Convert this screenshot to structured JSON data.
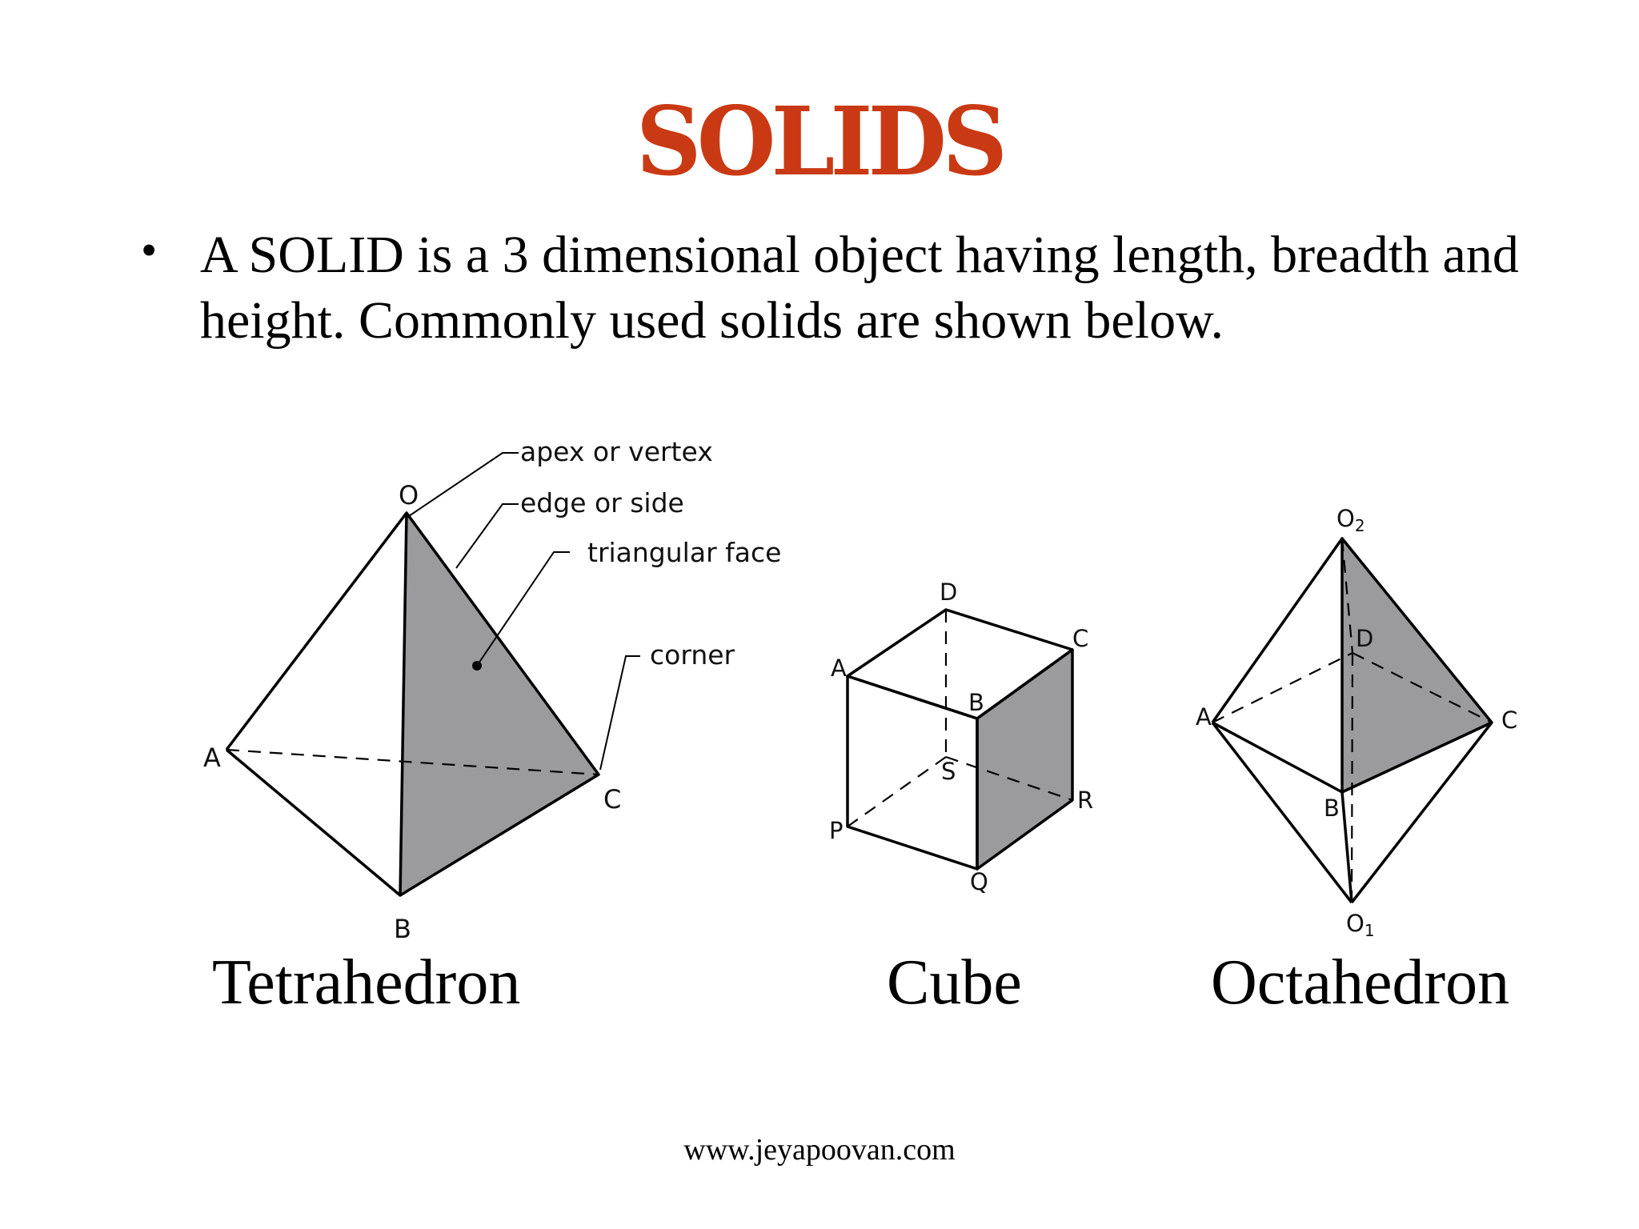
{
  "title": "SOLIDS",
  "bullet": {
    "symbol": "•",
    "text": "A SOLID is a 3 dimensional object having length, breadth and height. Commonly used solids are shown below."
  },
  "tetrahedron": {
    "caption": "Tetrahedron",
    "vertices": {
      "O": "O",
      "A": "A",
      "B": "B",
      "C": "C"
    },
    "annotations": {
      "apex": "apex or vertex",
      "edge": "edge or side",
      "face": "triangular face",
      "corner": "corner"
    }
  },
  "cube": {
    "caption": "Cube",
    "vertices": {
      "A": "A",
      "B": "B",
      "C": "C",
      "D": "D",
      "P": "P",
      "Q": "Q",
      "R": "R",
      "S": "S"
    }
  },
  "octahedron": {
    "caption": "Octahedron",
    "vertices": {
      "O2": "O",
      "O2_sub": "2",
      "O1": "O",
      "O1_sub": "1",
      "A": "A",
      "B": "B",
      "C": "C",
      "D": "D"
    }
  },
  "footer": "www.jeyapoovan.com",
  "colors": {
    "title": "#c93a14",
    "shaded_face": "#9b9a9d"
  }
}
